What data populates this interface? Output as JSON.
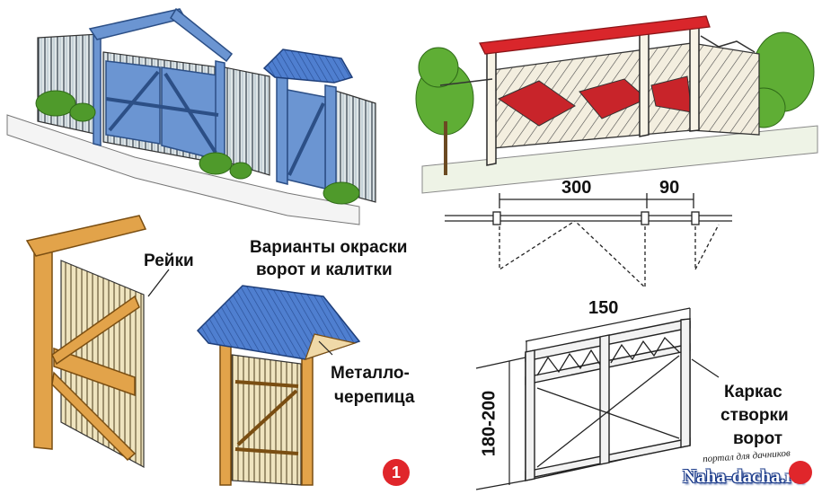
{
  "labels": {
    "title_line1": "Варианты окраски",
    "title_line2": "ворот и калитки",
    "rails": "Рейки",
    "metal_line1": "Металло-",
    "metal_line2": "черепица",
    "frame_line1": "Каркас",
    "frame_line2": "створки",
    "frame_line3": "ворот"
  },
  "dimensions": {
    "gate_width": "300",
    "wicket_width": "90",
    "leaf_width": "150",
    "leaf_height": "180-200"
  },
  "badge": "1",
  "watermark": {
    "small": "портал для дачников",
    "big": "Naha-dacha.ru"
  },
  "colors": {
    "blue_frame": "#5a86c8",
    "roof_blue": "#4f7fd0",
    "wood": "#e2a34a",
    "red_roof": "#d9262b",
    "red_panel": "#c8242a",
    "green": "#4f9a2b",
    "ink": "#1a1a1a"
  }
}
